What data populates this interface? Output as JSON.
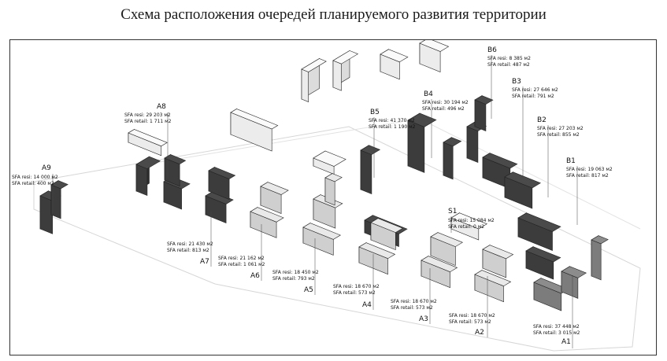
{
  "title": "Схема расположения очередей планируемого развития территории",
  "zones": [
    {
      "code": "A1",
      "sfa_resi": "SFA resi: 37 448 м2",
      "sfa_retail": "SFA retail: 3 015 м2"
    },
    {
      "code": "A2",
      "sfa_resi": "SFA resi: 18 670 м2",
      "sfa_retail": "SFA retail: 573 м2"
    },
    {
      "code": "A3",
      "sfa_resi": "SFA resi: 18 670 м2",
      "sfa_retail": "SFA retail: 573 м2"
    },
    {
      "code": "A4",
      "sfa_resi": "SFA resi: 18 670 м2",
      "sfa_retail": "SFA retail: 573 м2"
    },
    {
      "code": "A5",
      "sfa_resi": "SFA resi: 18 450 м2",
      "sfa_retail": "SFA retail: 793 м2"
    },
    {
      "code": "A6",
      "sfa_resi": "SFA resi: 21 162 м2",
      "sfa_retail": "SFA retail: 1 061 м2"
    },
    {
      "code": "A7",
      "sfa_resi": "SFA resi: 21 430 м2",
      "sfa_retail": "SFA retail: 813 м2"
    },
    {
      "code": "A8",
      "sfa_resi": "SFA resi: 29 203 м2",
      "sfa_retail": "SFA retail: 1 711 м2"
    },
    {
      "code": "A9",
      "sfa_resi": "SFA resi: 14 000 м2",
      "sfa_retail": "SFA retail: 400 м2"
    },
    {
      "code": "B1",
      "sfa_resi": "SFA resi: 19 063 м2",
      "sfa_retail": "SFA retail: 817 м2"
    },
    {
      "code": "B2",
      "sfa_resi": "SFA resi: 27 203 м2",
      "sfa_retail": "SFA retail: 855 м2"
    },
    {
      "code": "B3",
      "sfa_resi": "SFA resi: 27 646 м2",
      "sfa_retail": "SFA retail: 791 м2"
    },
    {
      "code": "B4",
      "sfa_resi": "SFA resi: 30 194 м2",
      "sfa_retail": "SFA retail: 496 м2"
    },
    {
      "code": "B5",
      "sfa_resi": "SFA resi: 41 370 м2",
      "sfa_retail": "SFA retail: 1 190 м2"
    },
    {
      "code": "B6",
      "sfa_resi": "SFA resi: 8 385 м2",
      "sfa_retail": "SFA retail: 487 м2"
    },
    {
      "code": "S1",
      "sfa_resi": "SFA resi: 15 084 м2",
      "sfa_retail": "SFA retail: 0 м2"
    }
  ]
}
